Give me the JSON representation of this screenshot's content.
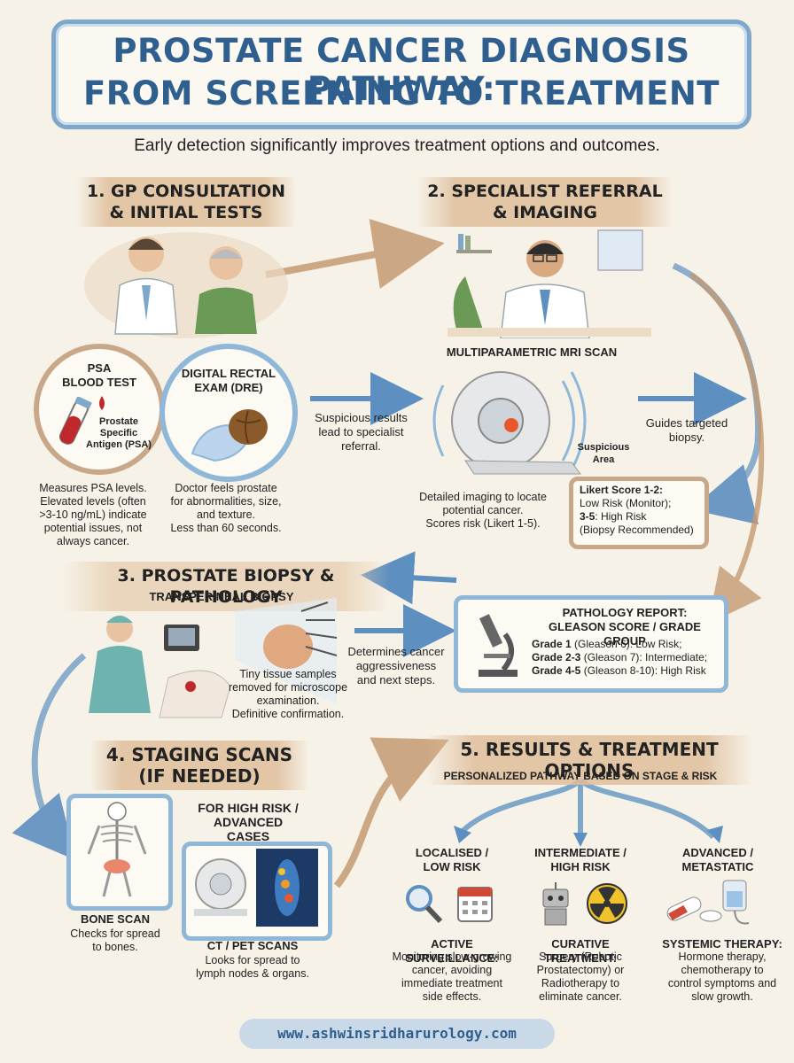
{
  "title": {
    "line1": "PROSTATE CANCER DIAGNOSIS PATHWAY:",
    "line2": "FROM SCREENING TO TREATMENT"
  },
  "subtitle": "Early detection significantly improves treatment options and outcomes.",
  "step1": {
    "title_l1": "1. GP CONSULTATION",
    "title_l2": "& INITIAL TESTS",
    "psa": {
      "title_l1": "PSA",
      "title_l2": "BLOOD TEST",
      "inner_l1": "Prostate",
      "inner_l2": "Specific",
      "inner_l3": "Antigen (PSA)",
      "desc": [
        "Measures PSA levels.",
        "Elevated levels (often",
        ">3-10 ng/mL) indicate",
        "potential issues, not",
        "always cancer."
      ]
    },
    "dre": {
      "title_l1": "DIGITAL RECTAL",
      "title_l2": "EXAM (DRE)",
      "desc": [
        "Doctor feels prostate",
        "for abnormalities, size,",
        "and texture.",
        "Less than 60 seconds."
      ]
    }
  },
  "arrow1_text": [
    "Suspicious results",
    "lead to specialist",
    "referral."
  ],
  "step2": {
    "title_l1": "2. SPECIALIST REFERRAL",
    "title_l2": "& IMAGING",
    "mri_label": "MULTIPARAMETRIC MRI SCAN",
    "suspicious_l1": "Suspicious",
    "suspicious_l2": "Area",
    "desc": [
      "Detailed imaging to locate",
      "potential cancer.",
      "Scores risk (Likert 1-5)."
    ],
    "guides": [
      "Guides targeted",
      "biopsy."
    ],
    "likert": {
      "l1_bold": "Likert Score 1-2:",
      "l2": "Low Risk (Monitor);",
      "l3_bold": "3-5",
      "l3_rest": ": High Risk",
      "l4": "(Biopsy Recommended)"
    }
  },
  "step3": {
    "title": "3. PROSTATE BIOPSY & PATHOLOGY",
    "biopsy_label": "TRANSPERINEAL BIOPSY",
    "desc": [
      "Tiny tissue samples",
      "removed for microscope",
      "examination.",
      "Definitive confirmation."
    ],
    "arrow_text": [
      "Determines cancer",
      "aggressiveness",
      "and next steps."
    ],
    "pathology": {
      "title_l1": "PATHOLOGY REPORT:",
      "title_l2": "GLEASON SCORE / GRADE GROUP",
      "g1_bold": "Grade 1",
      "g1_rest": " (Gleason 6): Low Risk;",
      "g2_bold": "Grade 2-3",
      "g2_rest": " (Gleason 7): Intermediate;",
      "g3_bold": "Grade 4-5",
      "g3_rest": " (Gleason 8-10): High Risk"
    }
  },
  "step4": {
    "title_l1": "4. STAGING SCANS",
    "title_l2": "(IF NEEDED)",
    "high_risk_l1": "FOR HIGH RISK /",
    "high_risk_l2": "ADVANCED CASES",
    "bone": {
      "label": "BONE SCAN",
      "desc": [
        "Checks for spread",
        "to bones."
      ]
    },
    "ct": {
      "label": "CT / PET SCANS",
      "desc": [
        "Looks for spread to",
        "lymph nodes & organs."
      ]
    }
  },
  "step5": {
    "title": "5. RESULTS & TREATMENT OPTIONS",
    "subtitle": "PERSONALIZED PATHWAY BASED ON STAGE & RISK",
    "options": [
      {
        "head_l1": "LOCALISED /",
        "head_l2": "LOW RISK",
        "label": "ACTIVE SURVEILLANCE:",
        "desc": [
          "Monitoring slow-growing",
          "cancer, avoiding",
          "immediate treatment",
          "side effects."
        ]
      },
      {
        "head_l1": "INTERMEDIATE /",
        "head_l2": "HIGH RISK",
        "label": "CURATIVE TREATMENT:",
        "desc": [
          "Surgery (Robotic",
          "Prostatectomy) or",
          "Radiotherapy to",
          "eliminate cancer."
        ]
      },
      {
        "head_l1": "ADVANCED /",
        "head_l2": "METASTATIC",
        "label": "SYSTEMIC THERAPY:",
        "desc": [
          "Hormone therapy,",
          "chemotherapy to",
          "control symptoms and",
          "slow growth."
        ]
      }
    ]
  },
  "footer": "www.ashwinsridharurology.com",
  "colors": {
    "title_blue": "#2f5f8f",
    "frame_blue": "#8fb7d8",
    "tan": "#c9a88a",
    "paper": "#f7f2e8"
  }
}
